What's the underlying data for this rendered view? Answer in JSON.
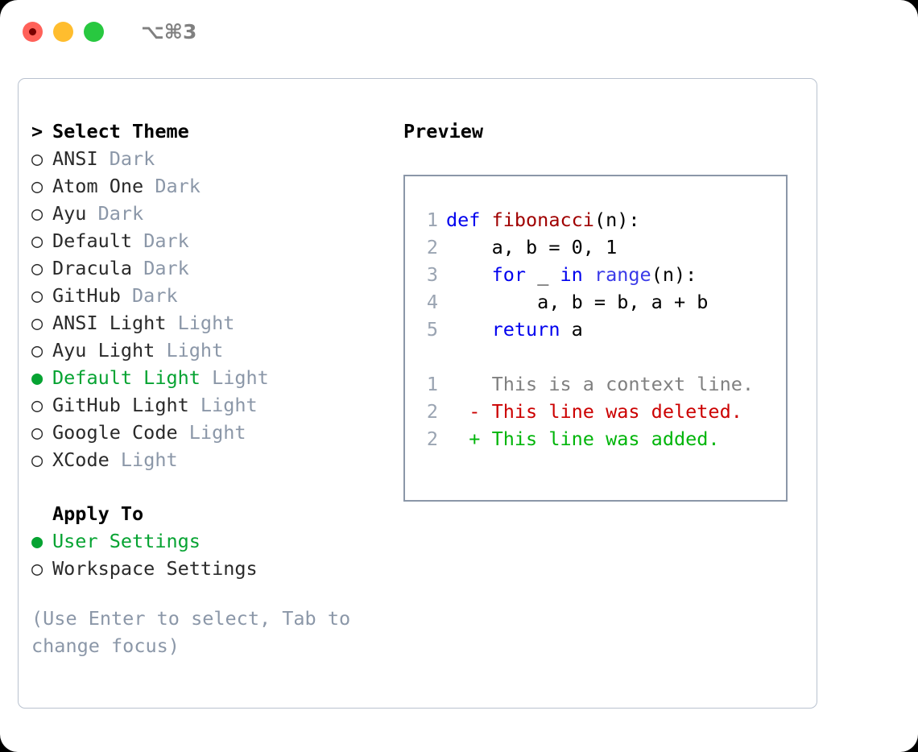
{
  "titlebar": {
    "shortcut": "⌥⌘3",
    "buttons": {
      "close": "close",
      "minimize": "minimize",
      "maximize": "maximize"
    }
  },
  "colors": {
    "accent_green": "#06a332",
    "muted_gray": "#8b97a8",
    "text": "#2a2a2a",
    "border": "#b9c2cf",
    "preview_border": "#8b97a8",
    "keyword_blue": "#0000ee",
    "function_red": "#a00000",
    "diff_delete": "#cc0000",
    "diff_add": "#00b50a",
    "traffic_red": "#ff6159",
    "traffic_yellow": "#ffbd2e",
    "traffic_green": "#28c840"
  },
  "markers": {
    "selected": "●",
    "unselected": "○",
    "prompt": ">"
  },
  "theme_list": {
    "header": "Select Theme",
    "items": [
      {
        "name": "ANSI",
        "variant": "Dark",
        "selected": false
      },
      {
        "name": "Atom One",
        "variant": "Dark",
        "selected": false
      },
      {
        "name": "Ayu",
        "variant": "Dark",
        "selected": false
      },
      {
        "name": "Default",
        "variant": "Dark",
        "selected": false
      },
      {
        "name": "Dracula",
        "variant": "Dark",
        "selected": false
      },
      {
        "name": "GitHub",
        "variant": "Dark",
        "selected": false
      },
      {
        "name": "ANSI Light",
        "variant": "Light",
        "selected": false
      },
      {
        "name": "Ayu Light",
        "variant": "Light",
        "selected": false
      },
      {
        "name": "Default Light",
        "variant": "Light",
        "selected": true
      },
      {
        "name": "GitHub Light",
        "variant": "Light",
        "selected": false
      },
      {
        "name": "Google Code",
        "variant": "Light",
        "selected": false
      },
      {
        "name": "XCode",
        "variant": "Light",
        "selected": false
      }
    ]
  },
  "apply_to": {
    "header": "Apply To",
    "items": [
      {
        "name": "User Settings",
        "selected": true
      },
      {
        "name": "Workspace Settings",
        "selected": false
      }
    ]
  },
  "hint": "(Use Enter to select, Tab to change focus)",
  "preview": {
    "title": "Preview",
    "code_lines": [
      {
        "lineno": "1",
        "tokens": [
          {
            "t": "def ",
            "c": "kw"
          },
          {
            "t": "fibonacci",
            "c": "fn"
          },
          {
            "t": "(n):",
            "c": "plain"
          }
        ]
      },
      {
        "lineno": "2",
        "tokens": [
          {
            "t": "    a, b = 0, 1",
            "c": "plain"
          }
        ]
      },
      {
        "lineno": "3",
        "tokens": [
          {
            "t": "    ",
            "c": "plain"
          },
          {
            "t": "for",
            "c": "kw"
          },
          {
            "t": " _ ",
            "c": "plain"
          },
          {
            "t": "in",
            "c": "kw"
          },
          {
            "t": " ",
            "c": "plain"
          },
          {
            "t": "range",
            "c": "bi"
          },
          {
            "t": "(n):",
            "c": "plain"
          }
        ]
      },
      {
        "lineno": "4",
        "tokens": [
          {
            "t": "        a, b = b, a + b",
            "c": "plain"
          }
        ]
      },
      {
        "lineno": "5",
        "tokens": [
          {
            "t": "    ",
            "c": "plain"
          },
          {
            "t": "return",
            "c": "kw"
          },
          {
            "t": " a",
            "c": "plain"
          }
        ]
      }
    ],
    "diff_lines": [
      {
        "lineno": "1",
        "sign": " ",
        "text": " This is a context line.",
        "c": "ctx"
      },
      {
        "lineno": "2",
        "sign": "-",
        "text": " This line was deleted.",
        "c": "del"
      },
      {
        "lineno": "2",
        "sign": "+",
        "text": " This line was added.",
        "c": "add"
      }
    ]
  }
}
